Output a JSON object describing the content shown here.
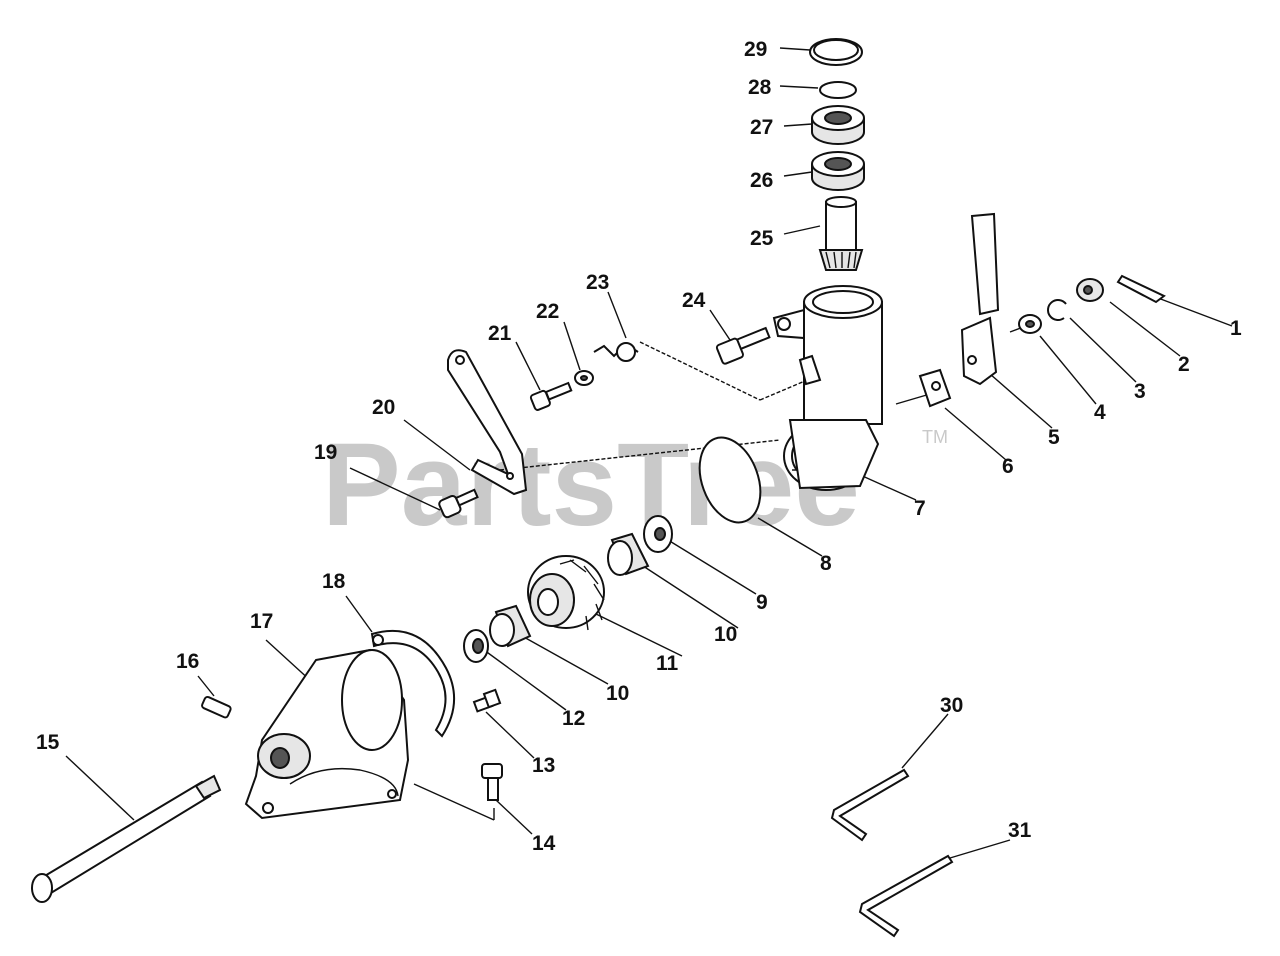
{
  "watermark": {
    "text": "PartsTree",
    "trademark": "TM"
  },
  "callouts": [
    {
      "id": "1",
      "label": "1"
    },
    {
      "id": "2",
      "label": "2"
    },
    {
      "id": "3",
      "label": "3"
    },
    {
      "id": "4",
      "label": "4"
    },
    {
      "id": "5",
      "label": "5"
    },
    {
      "id": "6",
      "label": "6"
    },
    {
      "id": "7",
      "label": "7"
    },
    {
      "id": "8",
      "label": "8"
    },
    {
      "id": "9",
      "label": "9"
    },
    {
      "id": "10a",
      "label": "10"
    },
    {
      "id": "10b",
      "label": "10"
    },
    {
      "id": "11",
      "label": "11"
    },
    {
      "id": "12",
      "label": "12"
    },
    {
      "id": "13",
      "label": "13"
    },
    {
      "id": "14",
      "label": "14"
    },
    {
      "id": "15",
      "label": "15"
    },
    {
      "id": "16",
      "label": "16"
    },
    {
      "id": "17",
      "label": "17"
    },
    {
      "id": "18",
      "label": "18"
    },
    {
      "id": "19",
      "label": "19"
    },
    {
      "id": "20",
      "label": "20"
    },
    {
      "id": "21",
      "label": "21"
    },
    {
      "id": "22",
      "label": "22"
    },
    {
      "id": "23",
      "label": "23"
    },
    {
      "id": "24",
      "label": "24"
    },
    {
      "id": "25",
      "label": "25"
    },
    {
      "id": "26",
      "label": "26"
    },
    {
      "id": "27",
      "label": "27"
    },
    {
      "id": "28",
      "label": "28"
    },
    {
      "id": "29",
      "label": "29"
    },
    {
      "id": "30",
      "label": "30"
    },
    {
      "id": "31",
      "label": "31"
    }
  ]
}
